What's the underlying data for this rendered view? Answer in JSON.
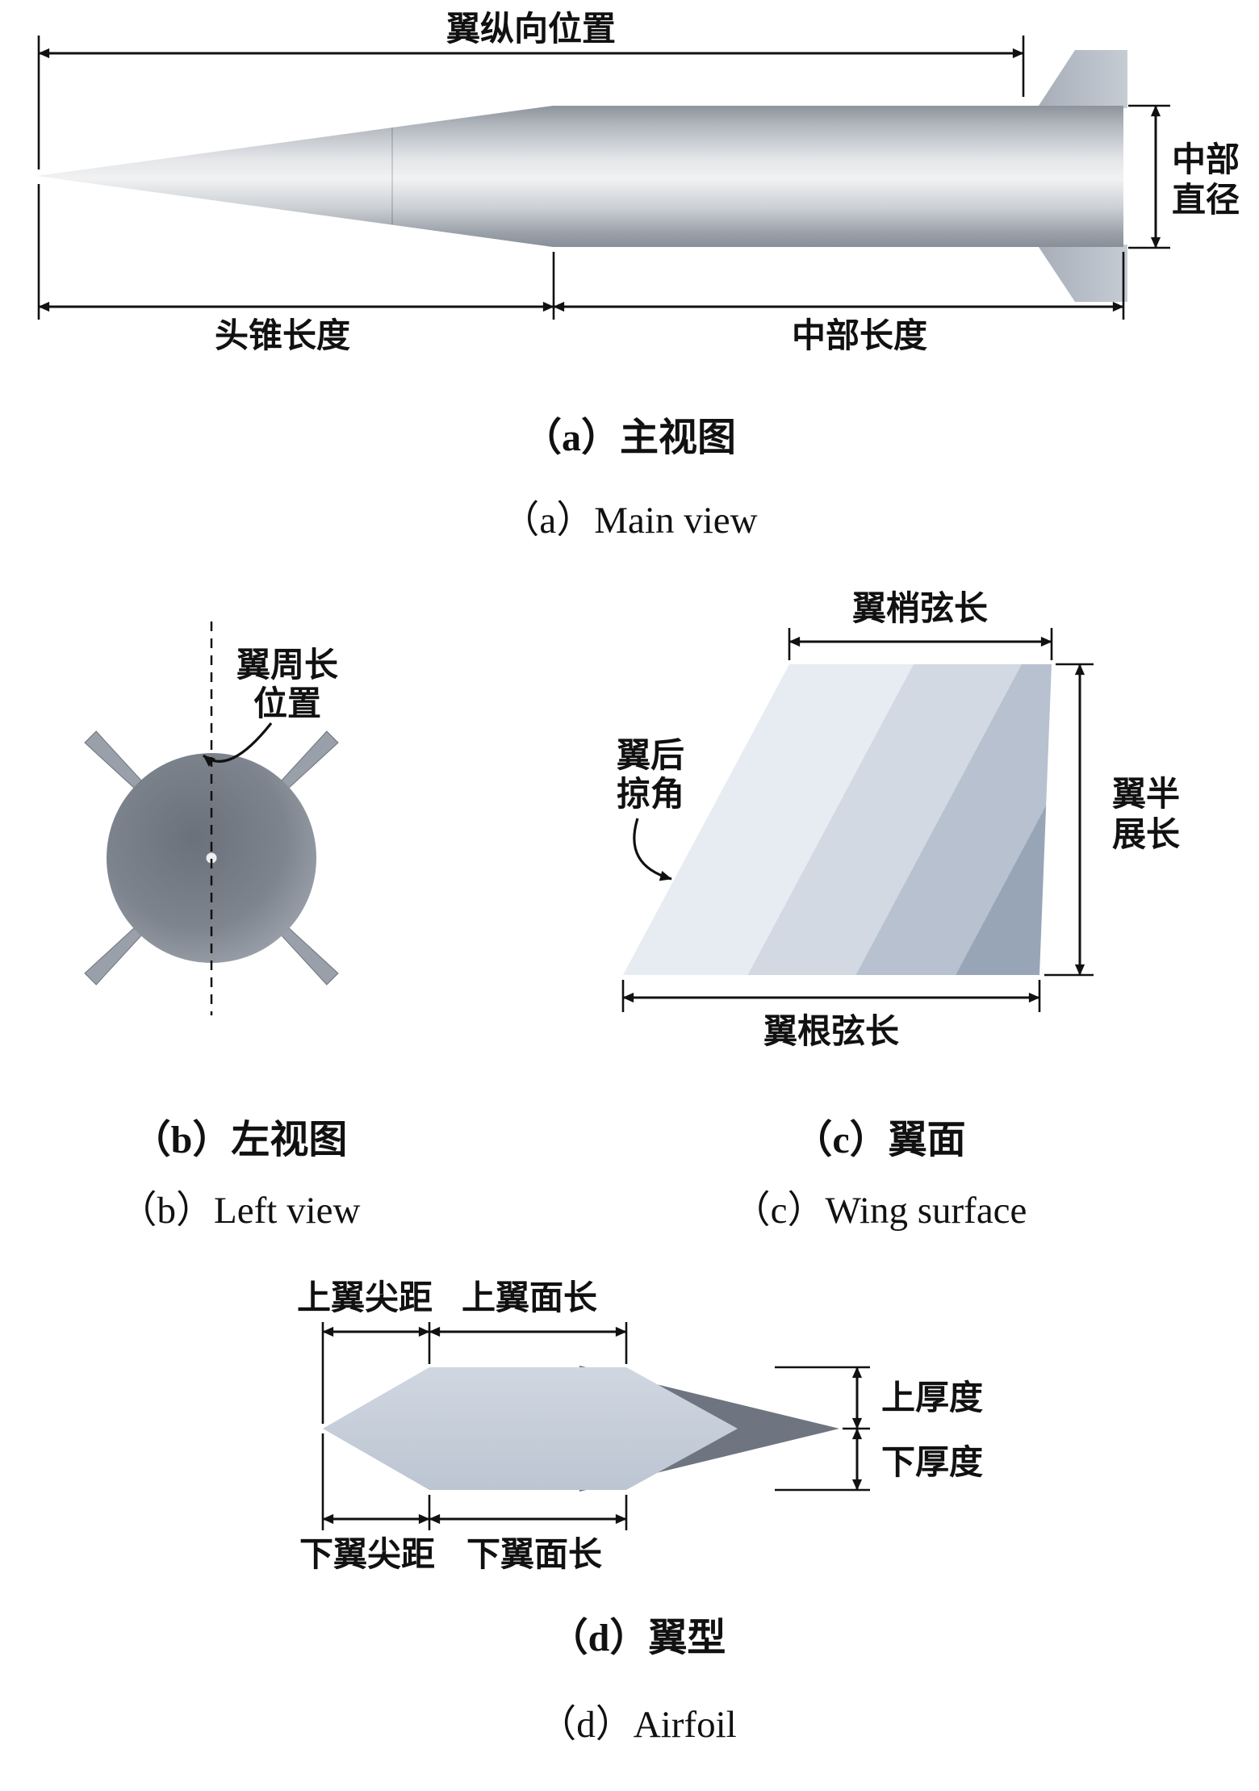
{
  "figure": {
    "panels": {
      "a": {
        "dim_wing_longitudinal": "翼纵向位置",
        "dim_mid_diameter": [
          "中部",
          "直径"
        ],
        "dim_nose_length": "头锥长度",
        "dim_mid_length": "中部长度",
        "caption_zh": "（a）主视图",
        "caption_en": "（a）Main view"
      },
      "b": {
        "dim_wing_circumferential": [
          "翼周长",
          "位置"
        ],
        "caption_zh": "（b）左视图",
        "caption_en": "（b）Left view"
      },
      "c": {
        "dim_tip_chord": "翼梢弦长",
        "dim_sweep_angle": [
          "翼后",
          "掠角"
        ],
        "dim_semi_span": [
          "翼半",
          "展长"
        ],
        "dim_root_chord": "翼根弦长",
        "caption_zh": "（c）翼面",
        "caption_en": "（c）Wing surface"
      },
      "d": {
        "dim_upper_tip_distance": "上翼尖距",
        "dim_upper_surface_length": "上翼面长",
        "dim_upper_thickness": "上厚度",
        "dim_lower_thickness": "下厚度",
        "dim_lower_tip_distance": "下翼尖距",
        "dim_lower_surface_length": "下翼面长",
        "caption_zh": "（d）翼型",
        "caption_en": "（d）Airfoil"
      }
    },
    "colors": {
      "line": "#111111",
      "body_highlight": "#f1f2f3",
      "body_shadow": "#878e97",
      "fin_gray": "#b0b7c0",
      "disk_gray": "#7d848e",
      "wing_band_light": "#e7ecf2",
      "wing_band_dark": "#98a5b7",
      "airfoil_light": "#c7cfda",
      "airfoil_dark": "#6e7580"
    }
  }
}
